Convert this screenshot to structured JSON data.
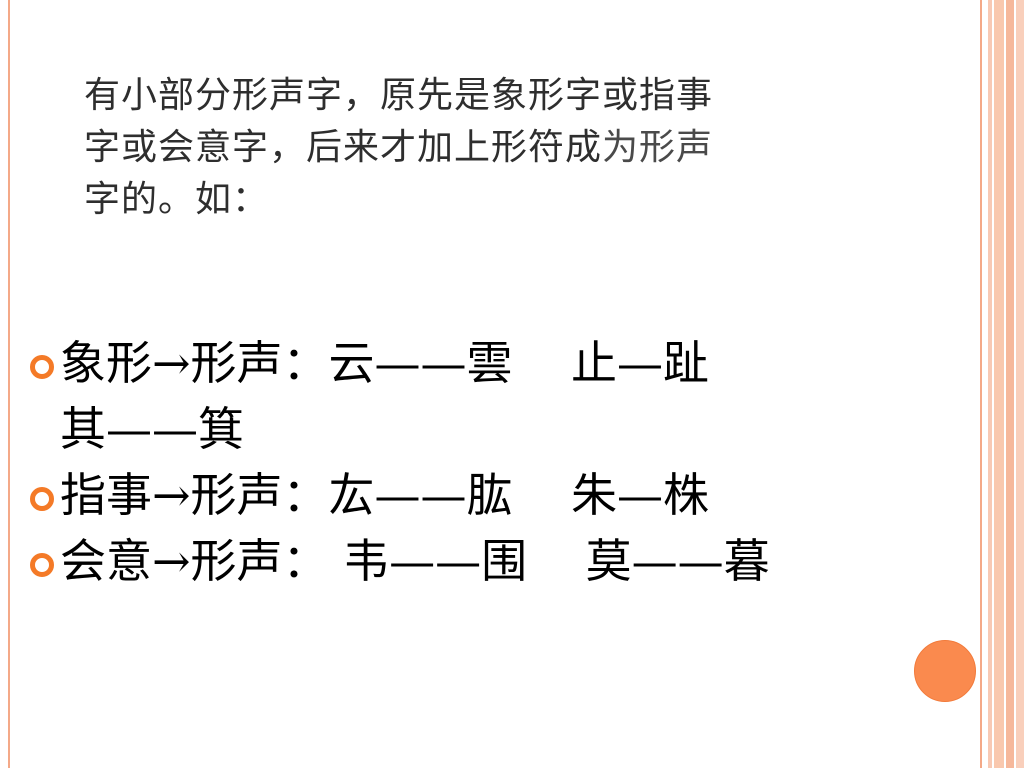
{
  "heading": {
    "line1": "有小部分形声字，原先是象形字或指事",
    "line2_main": "字或会意字，后来才加上形符成",
    "line2_tail": "为形声",
    "line3": "字的。如："
  },
  "bullets": [
    {
      "line1": "象形→形声：云——雲    止—趾",
      "line2": "其——箕"
    },
    {
      "line1": "指事→形声：厷——肱    朱—株"
    },
    {
      "line1": "会意→形声： 韦——围    莫——暮"
    }
  ],
  "colors": {
    "bullet_accent": "#f47a27",
    "decor_dot": "#fa8a4e",
    "border": "#f4a988"
  }
}
